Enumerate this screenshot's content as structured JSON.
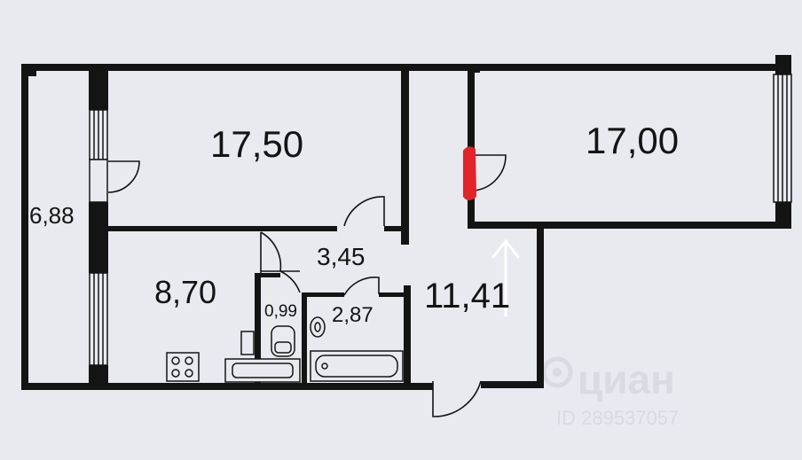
{
  "rooms": [
    {
      "id": "room-17-50",
      "area": "17,50"
    },
    {
      "id": "room-17-00",
      "area": "17,00"
    },
    {
      "id": "balcony",
      "area": "6,88"
    },
    {
      "id": "kitchen",
      "area": "8,70"
    },
    {
      "id": "corridor",
      "area": "3,45"
    },
    {
      "id": "toilet",
      "area": "0,99"
    },
    {
      "id": "bathroom",
      "area": "2,87"
    },
    {
      "id": "hall",
      "area": "11,41"
    }
  ],
  "watermark": {
    "brand": "циан",
    "id_text": "ID 289537057"
  },
  "colors": {
    "background": "#e9eaf0",
    "wall": "#141414",
    "marker": "#e0242a",
    "arrow": "#ffffff"
  },
  "icons": [
    "window-icon",
    "door-swing-icon",
    "stove-icon",
    "sink-icon",
    "toilet-icon",
    "bathtub-icon",
    "up-arrow-icon",
    "brand-logo-icon"
  ]
}
